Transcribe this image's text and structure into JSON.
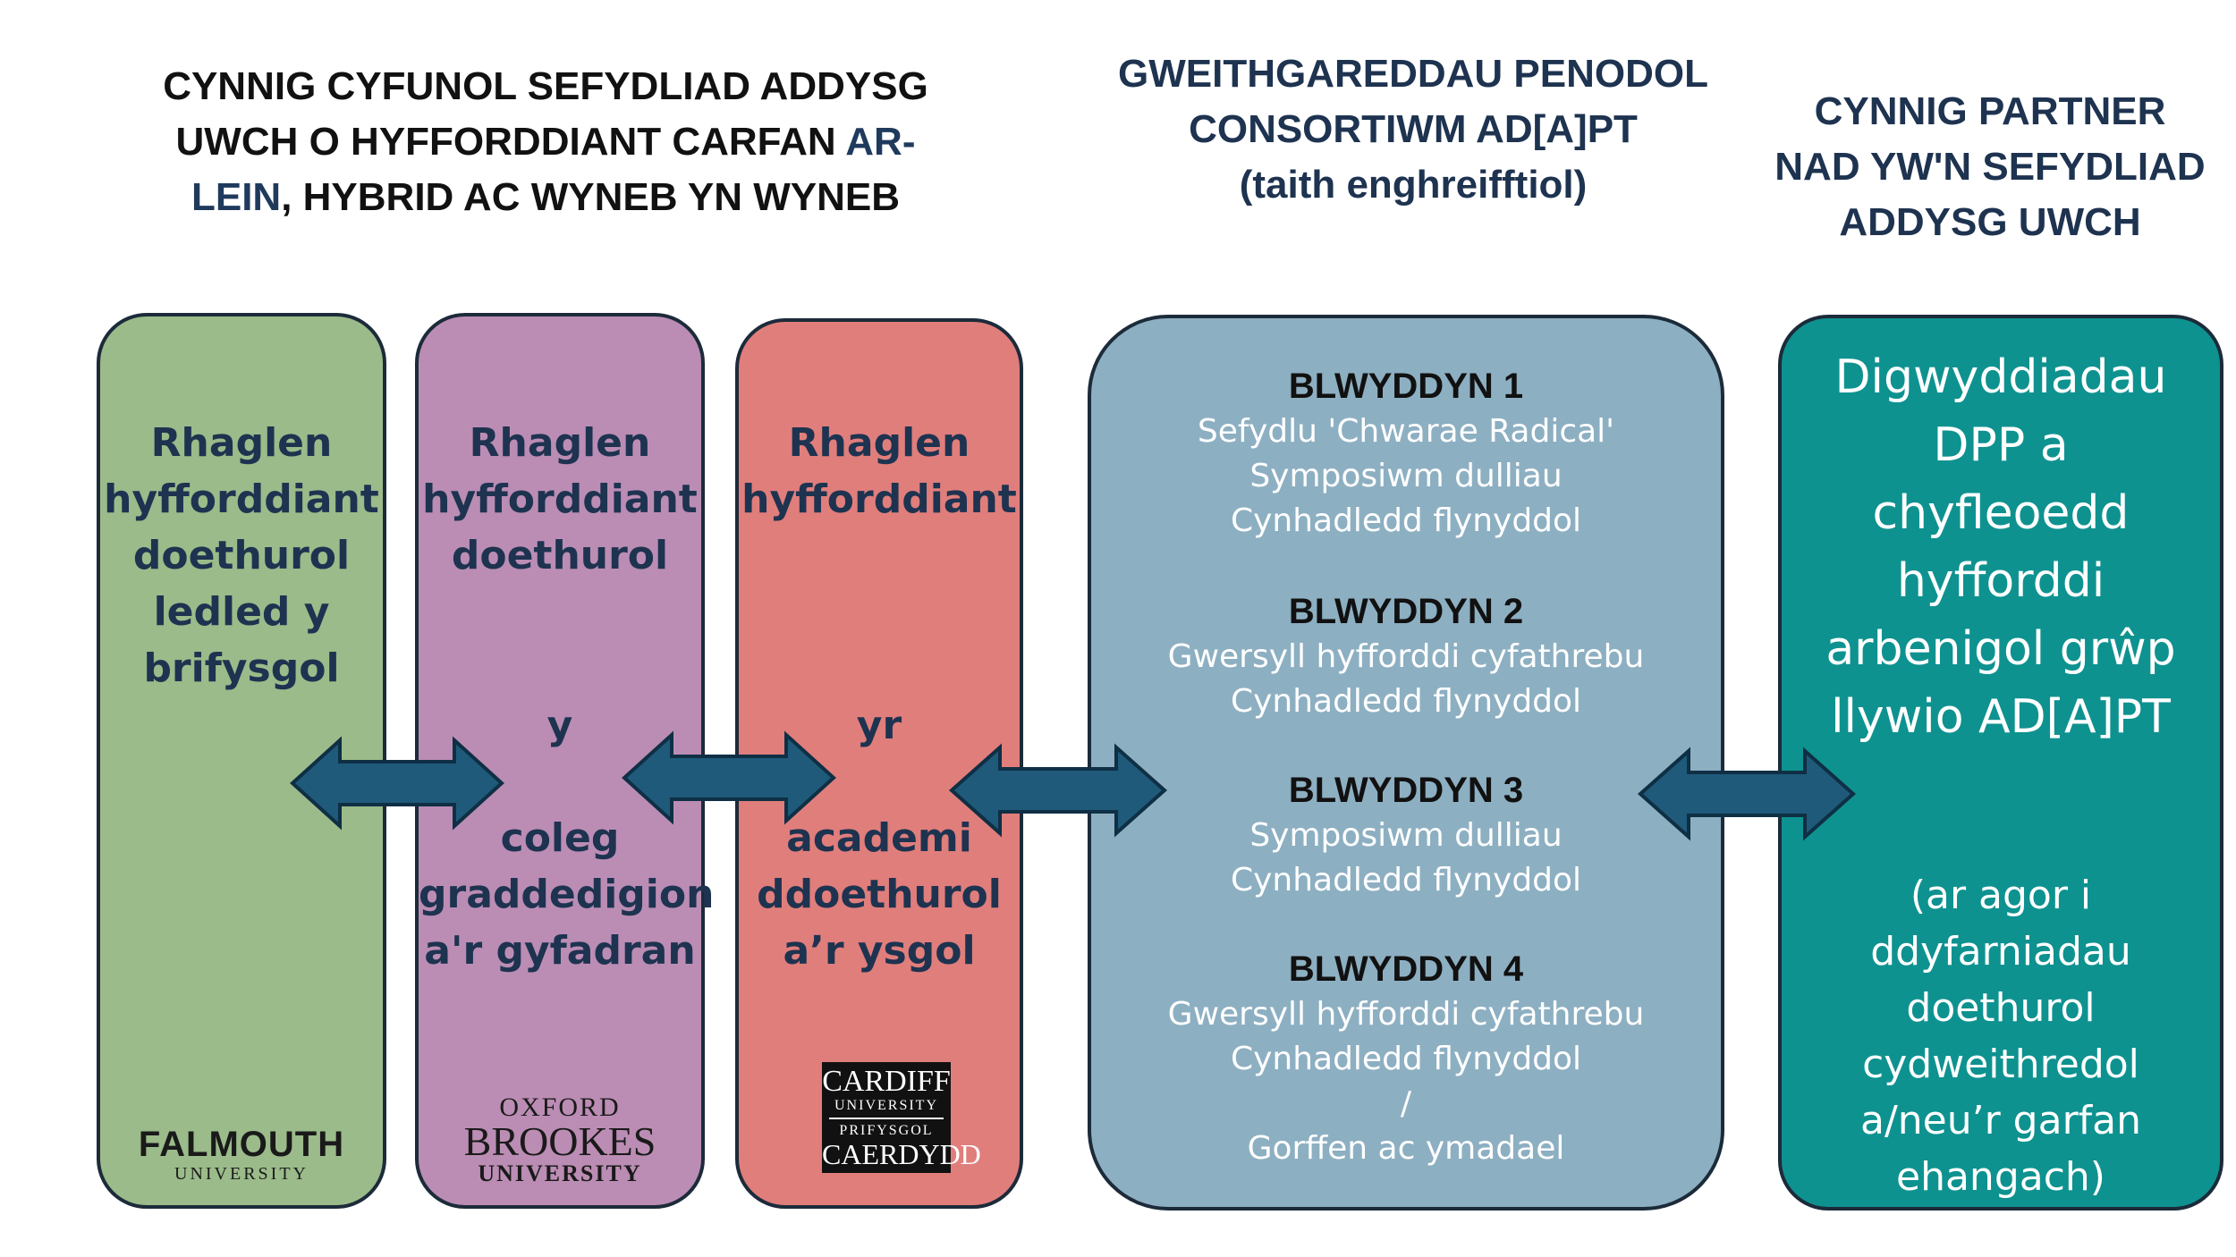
{
  "headings": {
    "left_lines": [
      "CYNNIG CYFUNOL SEFYDLIAD ADDYSG",
      "UWCH O HYFFORDDIANT CARFAN ",
      "AR-",
      "LEIN",
      ", HYBRID AC WYNEB YN WYNEB"
    ],
    "middle": [
      "GWEITHGAREDDAU PENODOL",
      "CONSORTIWM AD[A]PT",
      "(taith enghreifftiol)"
    ],
    "right": [
      "CYNNIG PARTNER",
      "NAD YW'N SEFYDLIAD",
      "ADDYSG UWCH"
    ]
  },
  "universities": [
    {
      "top_lines": [
        "Rhaglen",
        "hyfforddiant",
        "doethurol",
        "ledled y",
        "brifysgol"
      ],
      "bottom_lines": [],
      "logo": {
        "main": "FALMOUTH",
        "sub": "UNIVERSITY"
      }
    },
    {
      "top_lines": [
        "Rhaglen",
        "hyfforddiant",
        "doethurol"
      ],
      "bottom_lines": [
        "y",
        "",
        "coleg",
        "graddedigion",
        "a'r gyfadran"
      ],
      "logo": {
        "top": "OXFORD",
        "main": "BROOKES",
        "sub": "UNIVERSITY"
      }
    },
    {
      "top_lines": [
        "Rhaglen",
        "hyfforddiant"
      ],
      "bottom_lines": [
        "yr",
        "",
        "academi",
        "ddoethurol",
        "a’r ysgol"
      ],
      "logo": {
        "main": "CARDIFF",
        "sub": "UNIVERSITY",
        "sub2": "PRIFYSGOL",
        "main2": "CAERDYDD"
      }
    }
  ],
  "consortium": {
    "years": [
      {
        "label": "BLWYDDYN  1",
        "items": [
          "Sefydlu 'Chwarae Radical'",
          "Symposiwm dulliau",
          "Cynhadledd flynyddol"
        ]
      },
      {
        "label": "BLWYDDYN  2",
        "items": [
          "Gwersyll hyfforddi cyfathrebu",
          "Cynhadledd flynyddol"
        ]
      },
      {
        "label": "BLWYDDYN  3",
        "items": [
          "Symposiwm dulliau",
          "Cynhadledd flynyddol"
        ]
      },
      {
        "label": "BLWYDDYN  4",
        "items": [
          "Gwersyll hyfforddi cyfathrebu",
          "Cynhadledd flynyddol",
          "/",
          "Gorffen ac ymadael"
        ]
      }
    ]
  },
  "partner": {
    "top_lines": [
      "Digwyddiadau",
      "DPP a",
      "chyfleoedd",
      "hyfforddi",
      "arbenigol grŵp",
      "llywio AD[A]PT"
    ],
    "bottom_lines": [
      "(ar agor i",
      "ddyfarniadau",
      "doethurol",
      "cydweithredol",
      "a/neu’r garfan",
      "ehangach)"
    ]
  },
  "colors": {
    "green": "#9bbb8a",
    "purple": "#bb8db4",
    "red": "#e07e7c",
    "blue": "#8dafc2",
    "teal": "#0e9290",
    "arrow": "#1f5a7a"
  }
}
